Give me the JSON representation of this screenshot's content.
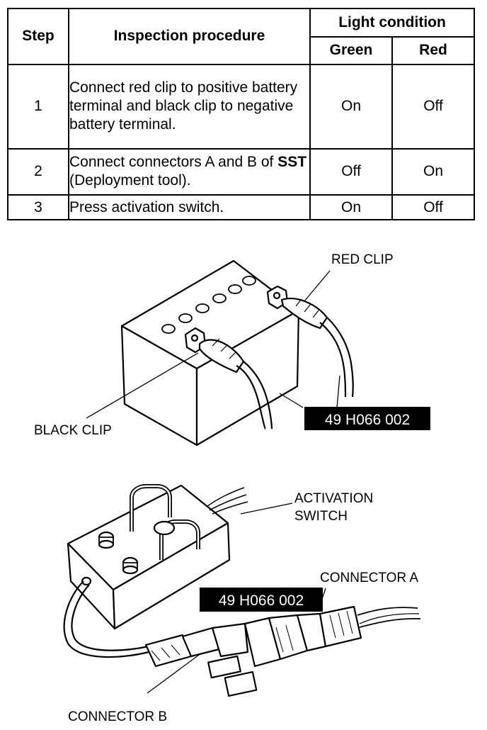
{
  "table": {
    "headers": {
      "step": "Step",
      "procedure": "Inspection procedure",
      "light_condition": "Light condition",
      "green": "Green",
      "red": "Red"
    },
    "rows": [
      {
        "step": "1",
        "procedure": "Connect red clip to positive battery terminal and black clip to negative battery terminal.",
        "green": "On",
        "red": "Off"
      },
      {
        "step": "2",
        "procedure_pre": "Connect connectors A and B of ",
        "procedure_bold": "SST",
        "procedure_post": " (Deployment tool).",
        "green": "Off",
        "red": "On"
      },
      {
        "step": "3",
        "procedure": "Press activation switch.",
        "green": "On",
        "red": "Off"
      }
    ]
  },
  "figure": {
    "labels": {
      "red_clip": "RED CLIP",
      "black_clip": "BLACK CLIP",
      "activation_switch_line1": "ACTIVATION",
      "activation_switch_line2": "SWITCH",
      "connector_a": "CONNECTOR A",
      "connector_b": "CONNECTOR B"
    },
    "tool_tag_top": "49 H066 002",
    "tool_tag_bottom": "49 H066 002"
  }
}
